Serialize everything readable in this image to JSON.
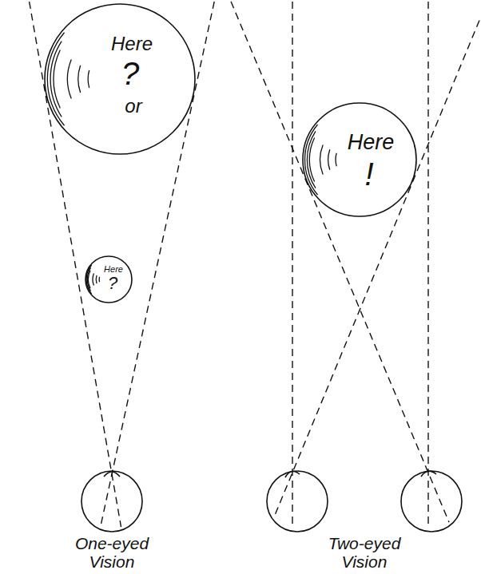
{
  "diagram": {
    "nodes": [
      {
        "text": [
          "Here",
          "?",
          "or"
        ]
      },
      {
        "text": [
          "Here",
          "?"
        ]
      },
      {
        "text": [
          "Here",
          "!"
        ]
      }
    ],
    "labels": [
      "One-eyed Vision",
      "Two-eyed Vision"
    ]
  }
}
